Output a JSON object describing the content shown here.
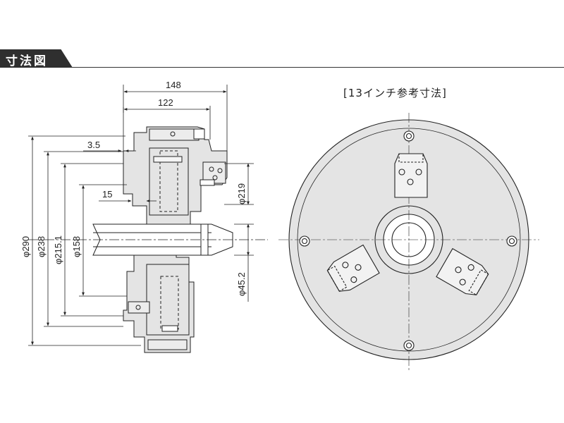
{
  "header": {
    "title": "寸法図"
  },
  "front_view": {
    "title": "[13インチ参考寸法]"
  },
  "dimensions": {
    "d148": "148",
    "d122": "122",
    "d3_5": "3.5",
    "d15": "15",
    "phi219": "φ219",
    "phi290": "φ290",
    "phi238": "φ238",
    "phi215_1": "φ215.1",
    "phi158": "φ158",
    "phi45_2": "φ45.2"
  },
  "colors": {
    "body_fill": "#e4e4e4",
    "line": "#222222",
    "header": "#2f2f2f"
  }
}
